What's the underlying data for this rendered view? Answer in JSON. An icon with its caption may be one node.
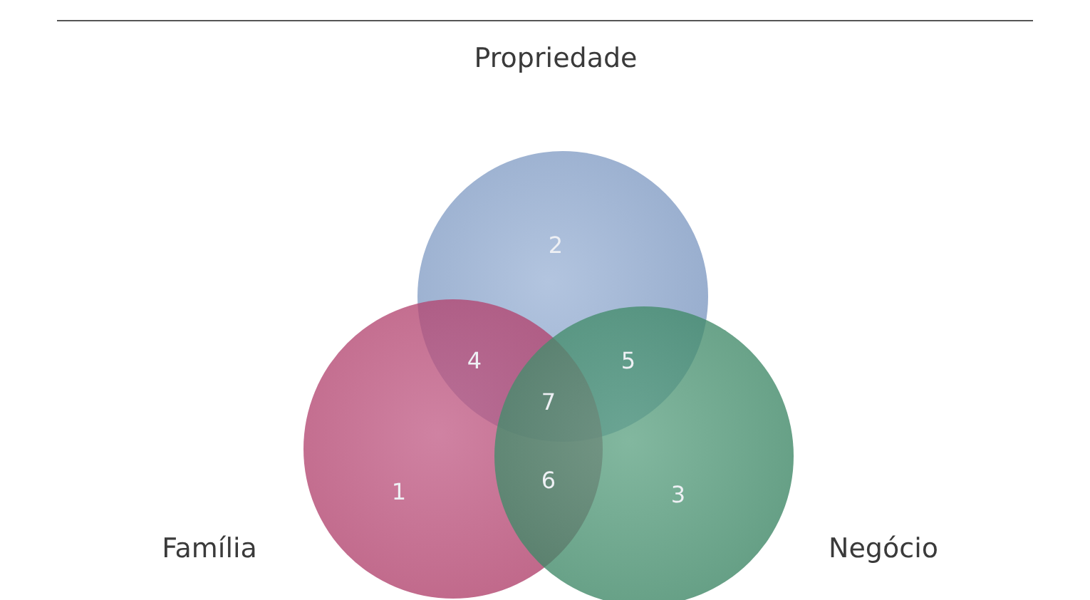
{
  "diagram": {
    "nodes": [
      {
        "text": [
          "Propriedade"
        ]
      },
      {
        "text": [
          "Família"
        ]
      },
      {
        "text": [
          "Negócio"
        ]
      }
    ],
    "labels": [
      "2",
      "4",
      "5",
      "7",
      "1",
      "6",
      "3"
    ]
  }
}
